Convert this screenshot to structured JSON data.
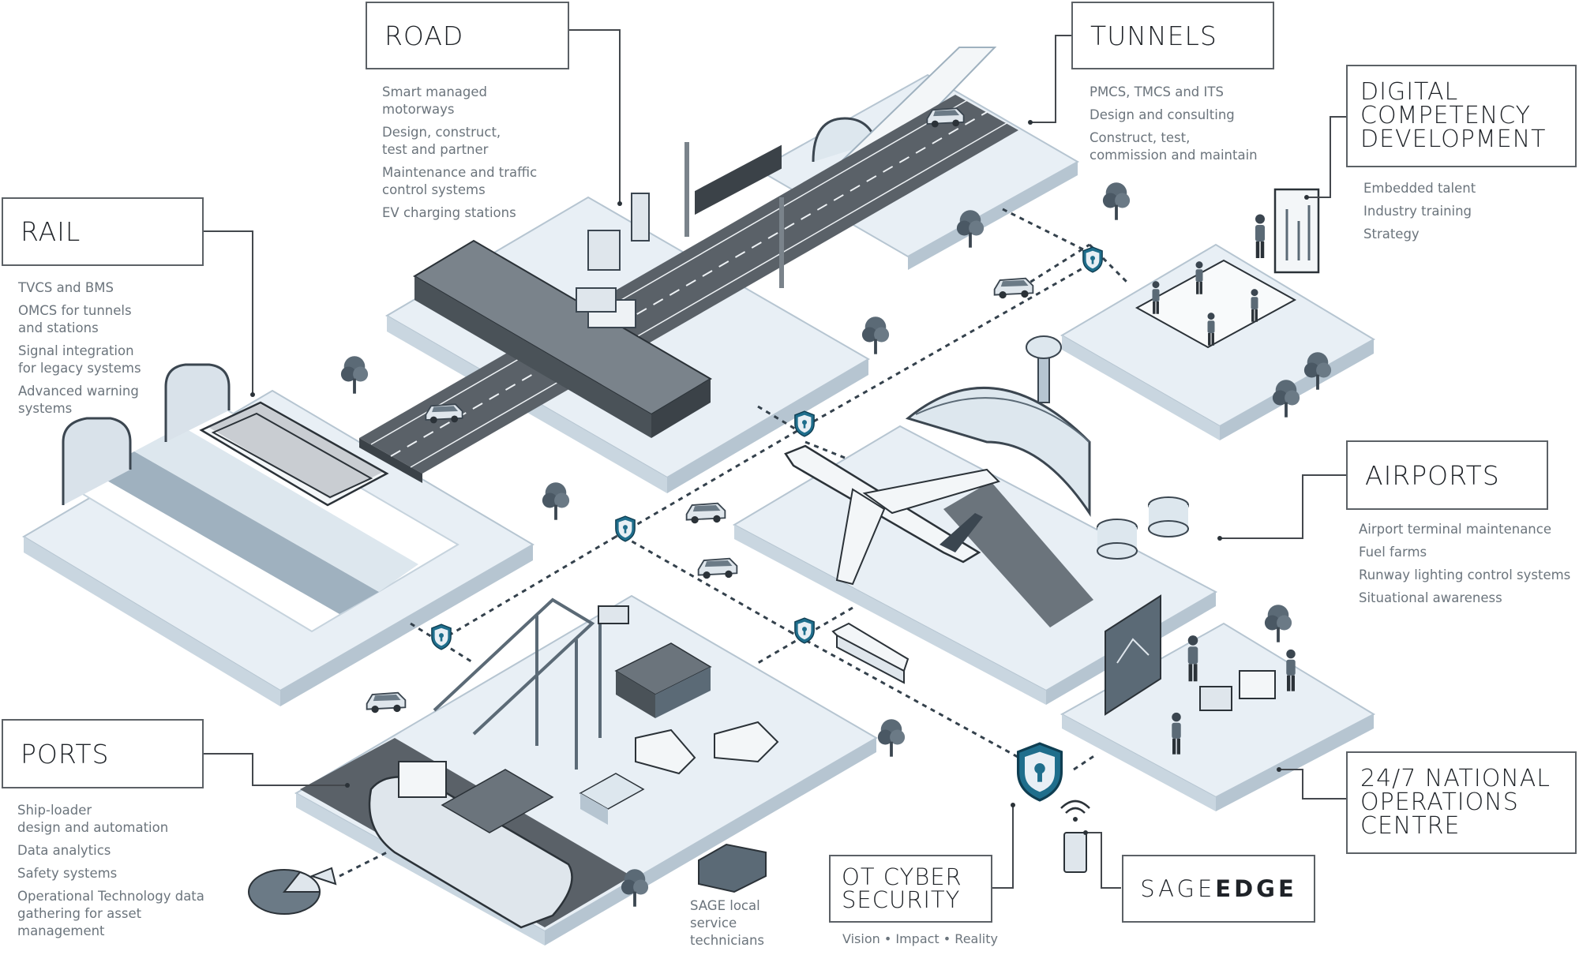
{
  "sections": {
    "road": {
      "title": "ROAD",
      "items": [
        "Smart managed\nmotorways",
        "Design, construct,\ntest and partner",
        "Maintenance and traffic\ncontrol systems",
        "EV charging stations"
      ]
    },
    "tunnels": {
      "title": "TUNNELS",
      "items": [
        "PMCS, TMCS and ITS",
        "Design and consulting",
        "Construct, test,\ncommission and maintain"
      ]
    },
    "digital": {
      "title": "DIGITAL\nCOMPETENCY\nDEVELOPMENT",
      "items": [
        "Embedded talent",
        "Industry training",
        "Strategy"
      ]
    },
    "rail": {
      "title": "RAIL",
      "items": [
        "TVCS and BMS",
        "OMCS for tunnels\nand stations",
        "Signal integration\nfor legacy systems",
        "Advanced warning\nsystems"
      ]
    },
    "airports": {
      "title": "AIRPORTS",
      "items": [
        "Airport terminal maintenance",
        "Fuel farms",
        "Runway lighting control systems",
        "Situational awareness"
      ]
    },
    "ports": {
      "title": "PORTS",
      "items": [
        "Ship-loader\ndesign and automation",
        "Data analytics",
        "Safety systems",
        "Operational Technology data\ngathering for asset management"
      ]
    },
    "noc": {
      "title": "24/7 NATIONAL\nOPERATIONS\nCENTRE",
      "items": []
    },
    "ot": {
      "title": "OT CYBER\nSECURITY",
      "tagline": "Vision • Impact • Reality"
    }
  },
  "sage_edge": {
    "light": "SAGE",
    "bold": "EDGE"
  },
  "technicians": {
    "text": "SAGE local\nservice\ntechnicians"
  },
  "colors": {
    "platform": "#e8eff5",
    "platform_side": "#c9d6e0",
    "road": "#5a6168",
    "ink": "#34414c",
    "shield": "#1f6e8c",
    "line": "#44484d"
  }
}
